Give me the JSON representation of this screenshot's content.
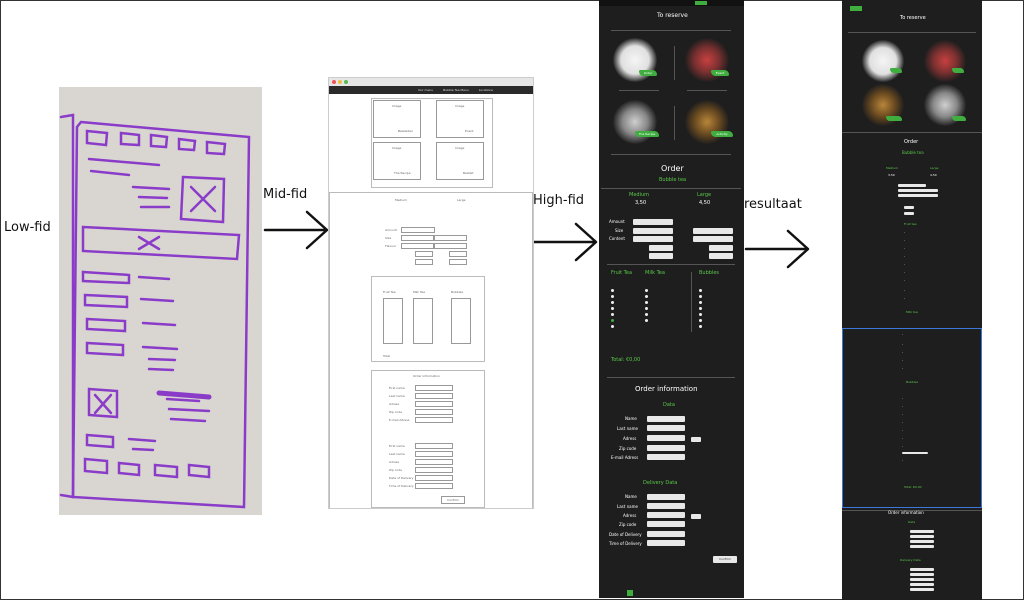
{
  "labels": {
    "lowfid": "Low-fid",
    "midfid": "Mid-fid",
    "highfid": "High-fid",
    "result": "resultaat"
  },
  "highfid": {
    "title_reserve": "To reserve",
    "buttons": [
      "Order",
      "Event",
      "The Recipe",
      "Activity"
    ],
    "title_order": "Order",
    "subtitle_order": "Bubble tea",
    "sizes": [
      {
        "name": "Medium",
        "price": "3,50"
      },
      {
        "name": "Large",
        "price": "4,50"
      }
    ],
    "form_labels": [
      "Amount",
      "Size",
      "Content"
    ],
    "columns": [
      "Fruit Tea",
      "Milk Tea",
      "Bubbles"
    ],
    "total": "Total: €0,00",
    "order_info_title": "Order information",
    "data_title": "Data",
    "data_fields": [
      "Name",
      "Last name",
      "Adress",
      "Zip code",
      "E-mail Adress"
    ],
    "delivery_title": "Delivery Data",
    "delivery_fields": [
      "Name",
      "Last name",
      "Adress",
      "Zip code",
      "Date of Delivery",
      "Time of Delivery"
    ],
    "confirm": "Confirm"
  },
  "result": {
    "title_reserve": "To reserve",
    "title_order": "Order",
    "subtitle_order": "Bubble tea",
    "sizes": [
      {
        "name": "Medium",
        "price": "3,50"
      },
      {
        "name": "Large",
        "price": "4,50"
      }
    ],
    "fruit_tea": "Fruit tea",
    "milk_tea": "Milk tea",
    "bubbles": "Bubbles",
    "total": "Total: €0,00",
    "order_info_title": "Order information",
    "data_title": "Data",
    "delivery_title": "Delivery Data"
  },
  "midfid": {
    "nav": [
      "Our menu",
      "Bubble Tea Menu",
      "Locations"
    ],
    "image_boxes": [
      "Image",
      "Image",
      "Image",
      "Image"
    ],
    "box_captions": [
      "Bestelden",
      "Event",
      "The Recipe",
      "Bestelt"
    ],
    "sizes": [
      "Medium",
      "Large"
    ],
    "form_labels": [
      "Amount",
      "Size",
      "Flavour"
    ],
    "columns": [
      "Fruit Tea",
      "Milk Tea",
      "Bubbles"
    ],
    "total": "Total",
    "order_info_title": "Order information",
    "data_fields": [
      "First name",
      "Last name",
      "Adress",
      "Zip code",
      "E-mail Adress"
    ],
    "delivery_fields": [
      "First name",
      "Last name",
      "Adress",
      "Zip code",
      "Date of Delivery",
      "Time of Delivery"
    ],
    "confirm": "Confirm"
  },
  "colors": {
    "accent": "#3fae3f",
    "dark": "#1e1e1e",
    "sketch": "#8a3cc9",
    "highlight": "#3b78d8"
  }
}
